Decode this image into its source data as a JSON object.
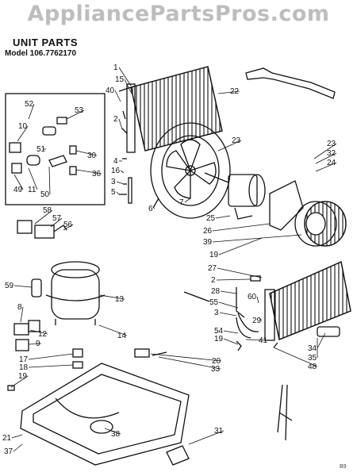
{
  "watermark": "AppliancePartsPros.com",
  "title": "UNIT PARTS",
  "model": "Model 106.7762170",
  "drawing_code": "B9",
  "callouts": [
    "1",
    "15",
    "40",
    "2",
    "4",
    "16",
    "3",
    "5",
    "22",
    "23",
    "6",
    "7",
    "52",
    "53",
    "10",
    "51",
    "30",
    "36",
    "49",
    "11",
    "50",
    "58",
    "57",
    "56",
    "59",
    "8",
    "12",
    "13",
    "9",
    "14",
    "17",
    "18",
    "19",
    "20",
    "21",
    "37",
    "38",
    "31",
    "32",
    "24",
    "25",
    "26",
    "39",
    "27",
    "28",
    "55",
    "60",
    "29",
    "54",
    "41",
    "33",
    "34",
    "35",
    "48"
  ]
}
